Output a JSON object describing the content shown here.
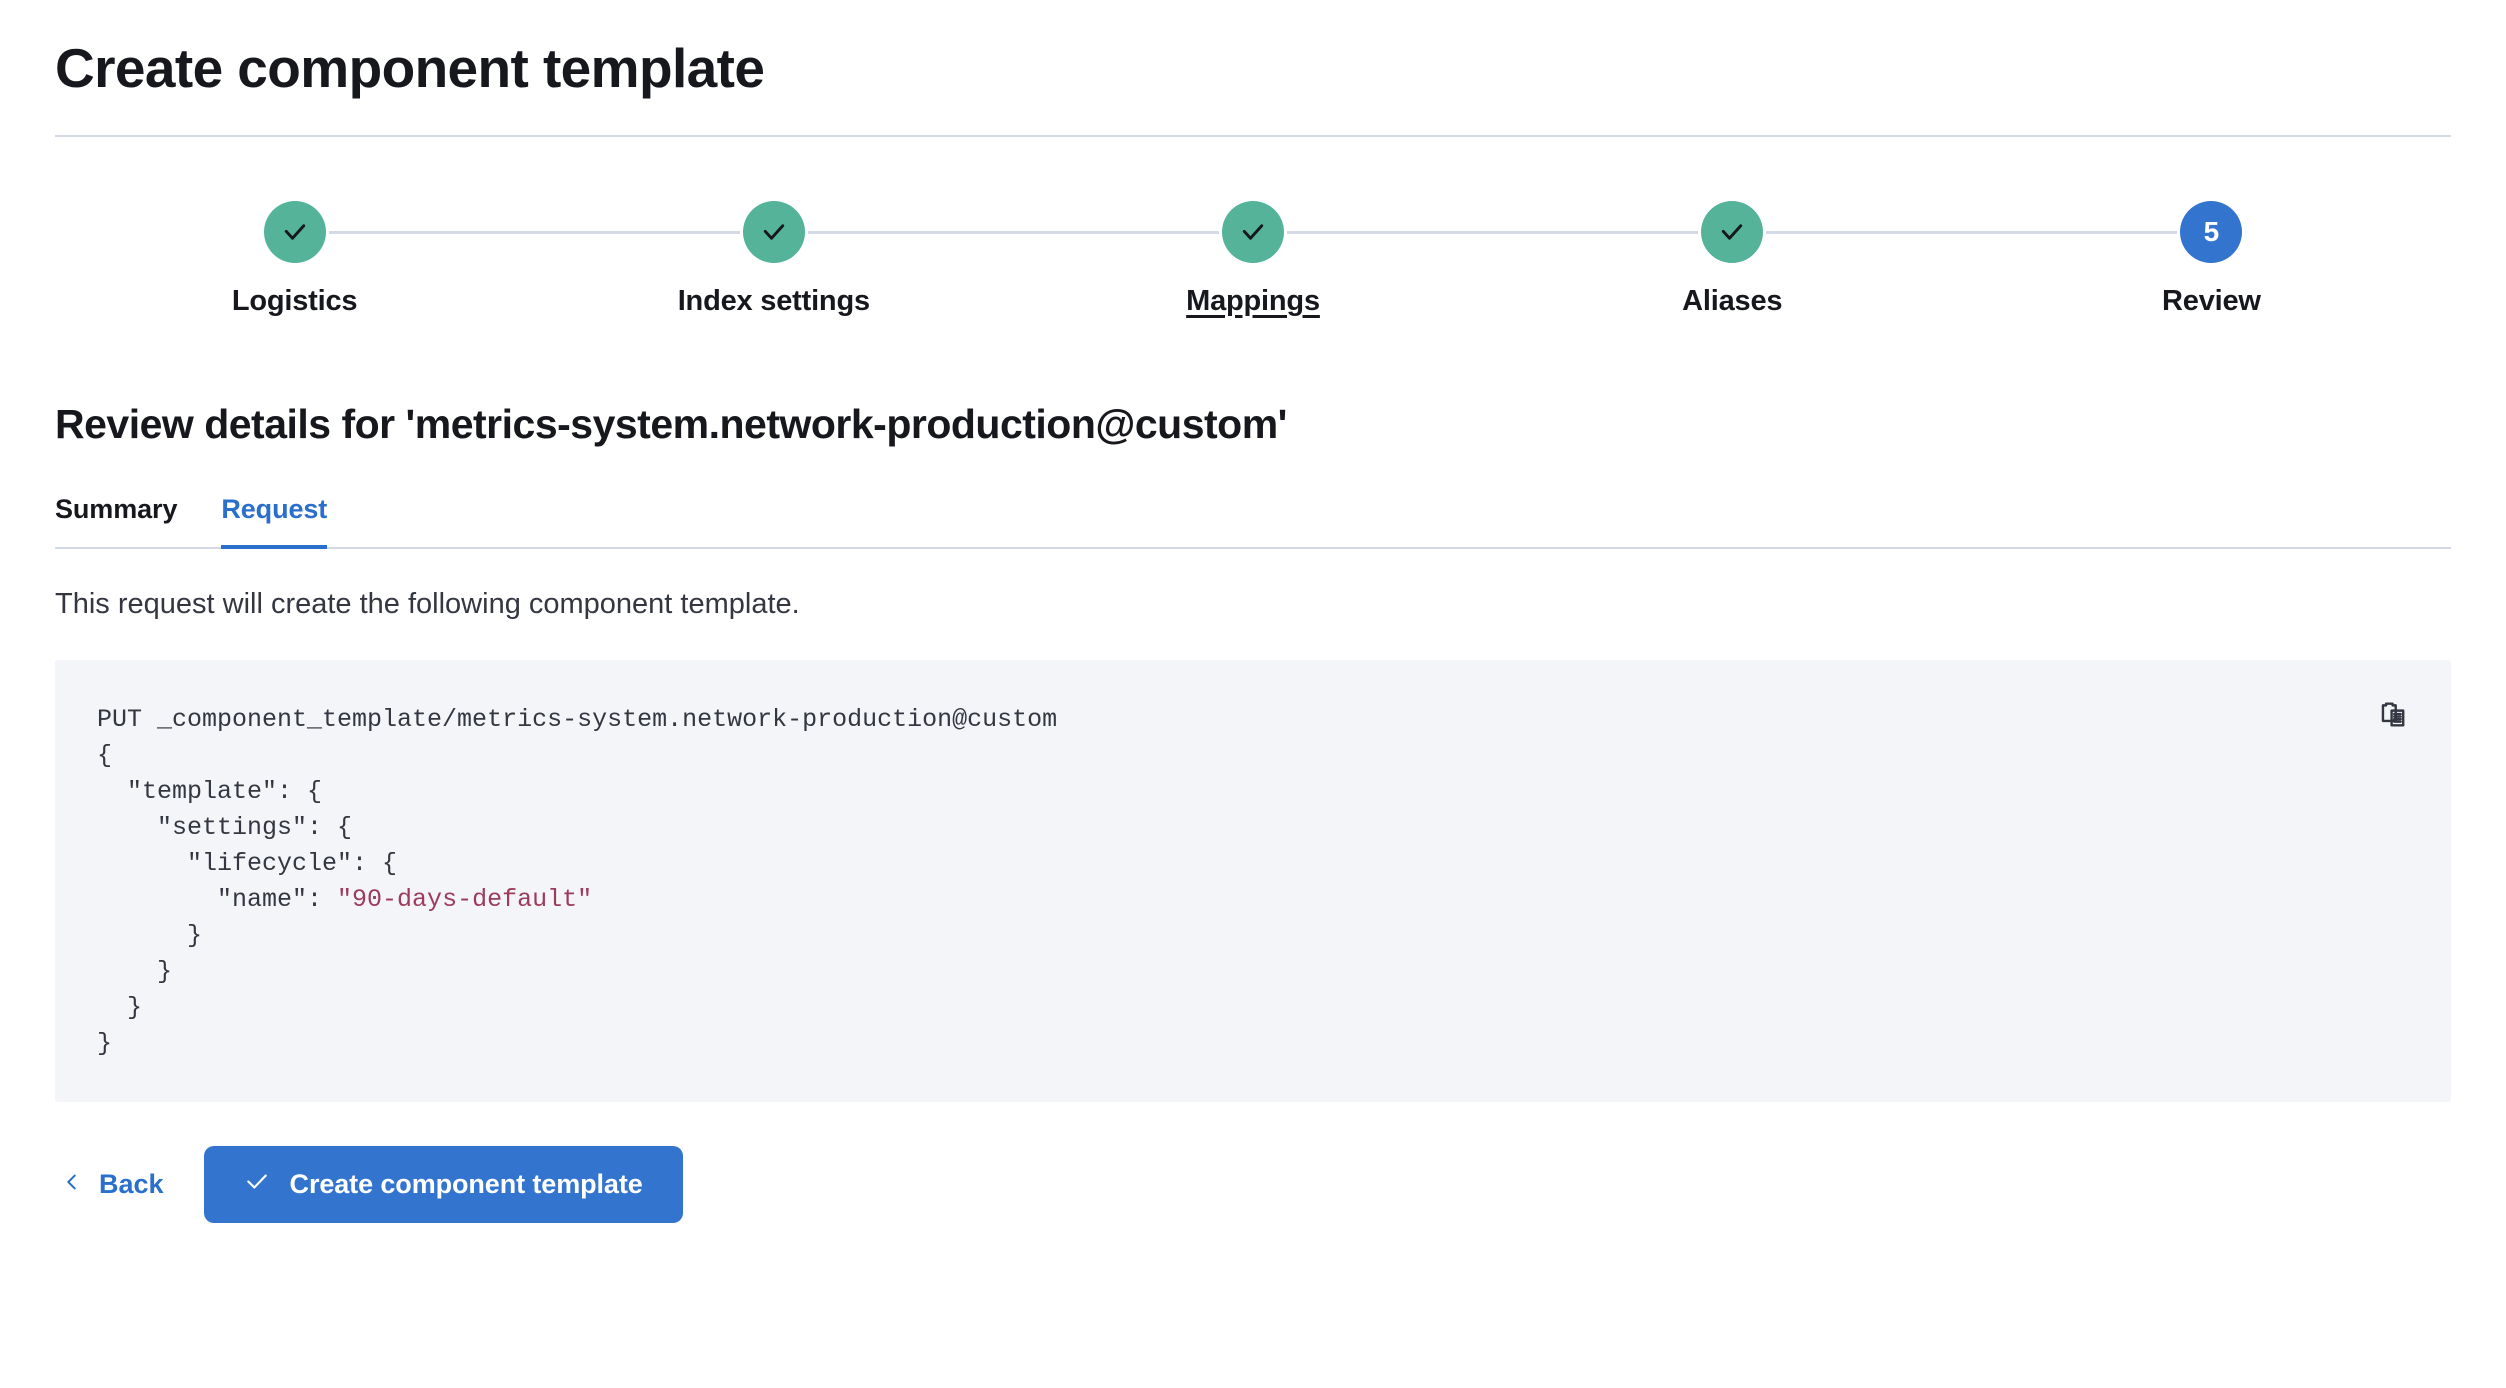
{
  "header": {
    "title": "Create component template"
  },
  "stepper": {
    "steps": [
      {
        "label": "Logistics",
        "state": "complete",
        "indicator": "check",
        "hovered": false
      },
      {
        "label": "Index settings",
        "state": "complete",
        "indicator": "check",
        "hovered": false
      },
      {
        "label": "Mappings",
        "state": "complete",
        "indicator": "check",
        "hovered": true
      },
      {
        "label": "Aliases",
        "state": "complete",
        "indicator": "check",
        "hovered": false
      },
      {
        "label": "Review",
        "state": "current",
        "indicator": "5",
        "hovered": false
      }
    ],
    "complete_color": "#54b399",
    "current_color": "#3274ce",
    "line_color": "#d3dae6"
  },
  "review": {
    "heading": "Review details for 'metrics-system.network-production@custom'",
    "tabs": [
      {
        "label": "Summary",
        "active": false
      },
      {
        "label": "Request",
        "active": true
      }
    ],
    "intro": "This request will create the following component template.",
    "accent_color": "#2a6fcc"
  },
  "code": {
    "copy_icon": "clipboard-copy-icon",
    "request_line": "PUT _component_template/metrics-system.network-production@custom",
    "lines": [
      {
        "text": "{",
        "indent": 0
      },
      {
        "text": "\"template\": {",
        "indent": 1
      },
      {
        "text": "\"settings\": {",
        "indent": 2
      },
      {
        "text": "\"lifecycle\": {",
        "indent": 3
      },
      {
        "text": "\"name\": \"90-days-default\"",
        "indent": 4
      },
      {
        "text": "}",
        "indent": 3
      },
      {
        "text": "}",
        "indent": 2
      },
      {
        "text": "}",
        "indent": 1
      },
      {
        "text": "}",
        "indent": 0
      }
    ],
    "body_text": "{\n  \"template\": {\n    \"settings\": {\n      \"lifecycle\": {\n        \"name\": ",
    "string_value": "\"90-days-default\"",
    "body_tail": "\n      }\n    }\n  }\n}",
    "string_color": "#9c3b5a",
    "background": "#f4f5f9"
  },
  "footer": {
    "back_label": "Back",
    "submit_label": "Create component template",
    "submit_color": "#3274ce"
  }
}
